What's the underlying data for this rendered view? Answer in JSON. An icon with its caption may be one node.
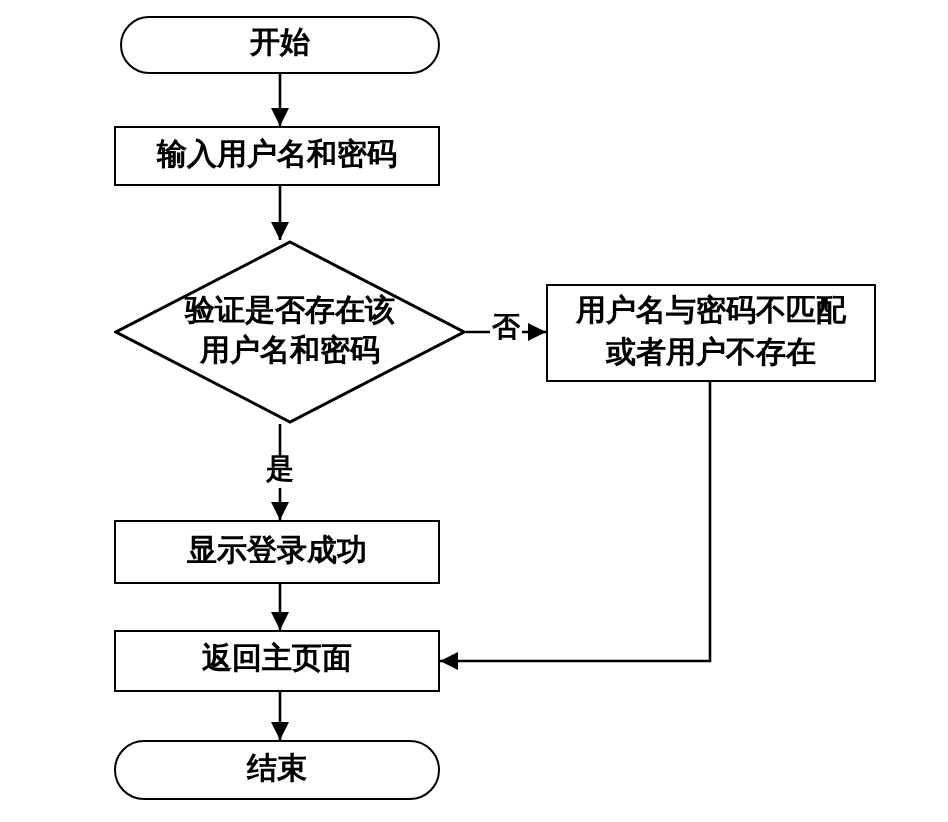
{
  "diagram": {
    "nodes": [
      {
        "text": [
          "开始"
        ]
      },
      {
        "text": [
          "输入用户名和密码"
        ]
      },
      {
        "text": [
          "验证是否存在该用户名和密码"
        ]
      },
      {
        "text": [
          "用户名与密码不匹配或者用户不存在"
        ]
      },
      {
        "text": [
          "显示登录成功"
        ]
      },
      {
        "text": [
          "返回主页面"
        ]
      },
      {
        "text": [
          "结束"
        ]
      }
    ],
    "edges": [
      {
        "from": 0,
        "to": 1,
        "arrow": "to"
      },
      {
        "from": 1,
        "to": 2,
        "arrow": "to"
      },
      {
        "from": 2,
        "to": 3,
        "arrow": "to",
        "label": "否"
      },
      {
        "from": 2,
        "to": 4,
        "arrow": "to",
        "label": "是"
      },
      {
        "from": 3,
        "to": 5,
        "arrow": "to"
      },
      {
        "from": 4,
        "to": 5,
        "arrow": "to"
      },
      {
        "from": 5,
        "to": 6,
        "arrow": "to"
      }
    ]
  }
}
